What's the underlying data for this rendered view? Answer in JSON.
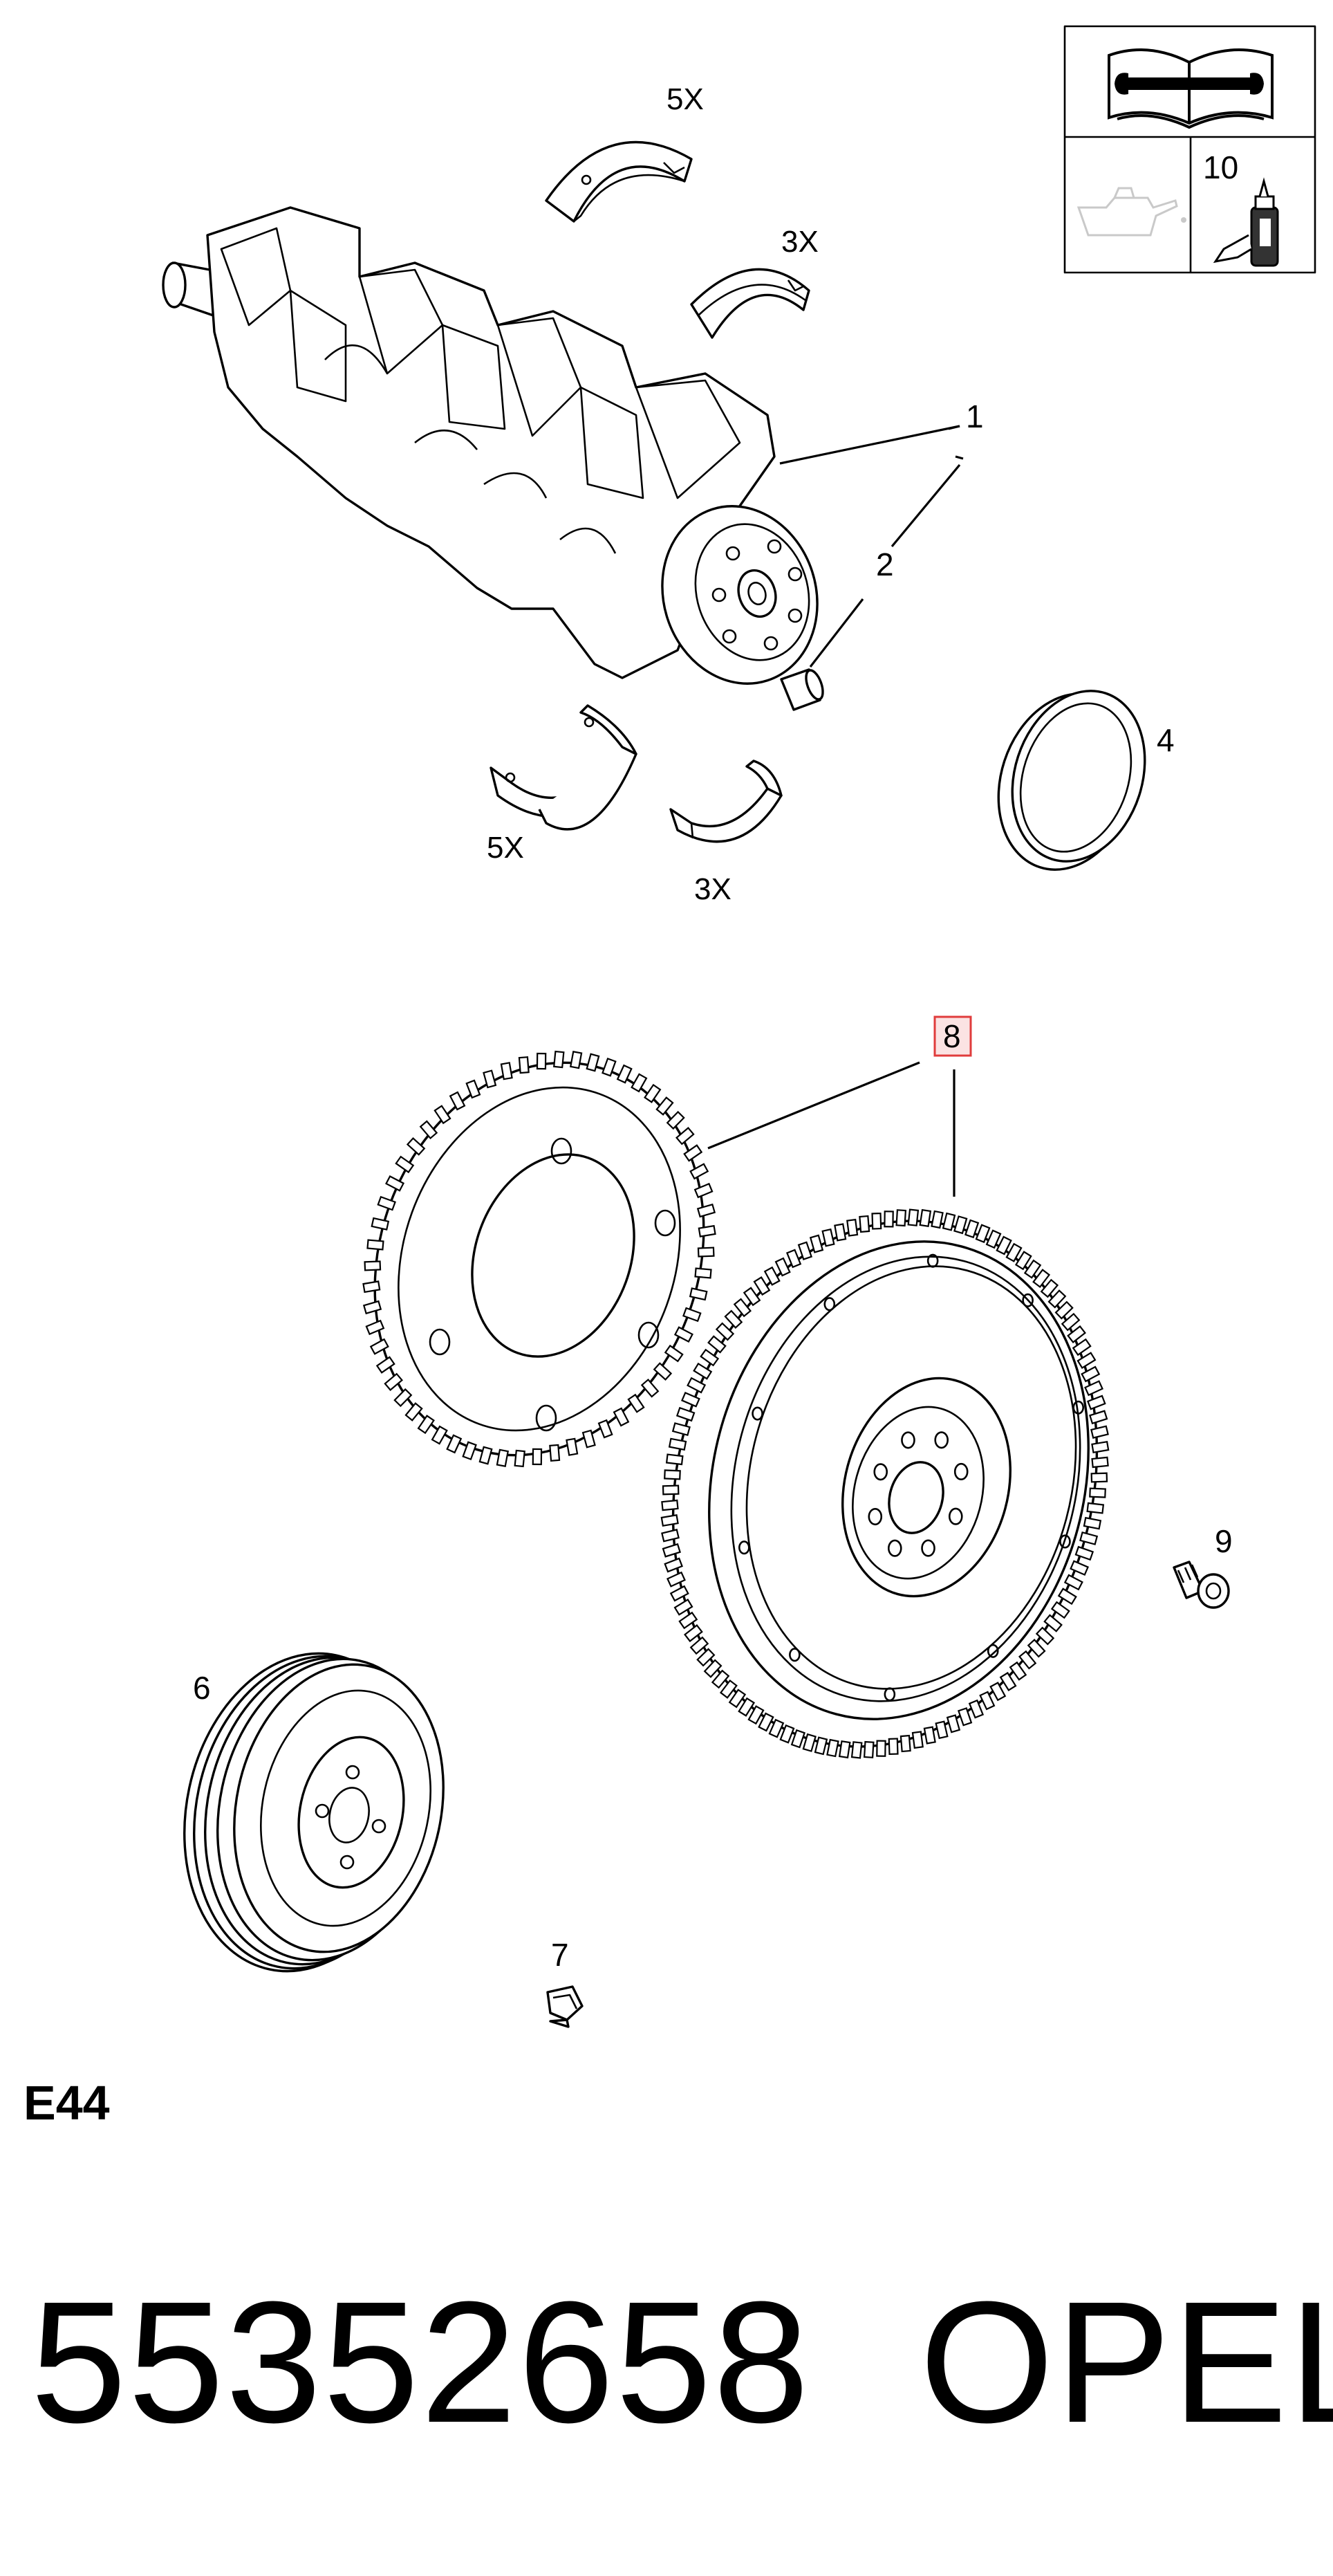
{
  "diagram": {
    "callouts": {
      "c1": "1",
      "c2": "2",
      "c4": "4",
      "c6": "6",
      "c7": "7",
      "c8": "8",
      "c9": "9",
      "c10": "10"
    },
    "quantities": {
      "upper_main_bearing": "5X",
      "upper_conrod_bearing": "3X",
      "lower_main_bearing": "5X",
      "lower_conrod_bearing": "3X"
    },
    "highlight_color": "#e03c3c",
    "icons": [
      "manual-book-wrench-icon",
      "oil-can-icon",
      "sealant-bottle-icon"
    ]
  },
  "footer": {
    "section_code": "E44",
    "part_number": "55352658",
    "brand": "OPEL"
  }
}
